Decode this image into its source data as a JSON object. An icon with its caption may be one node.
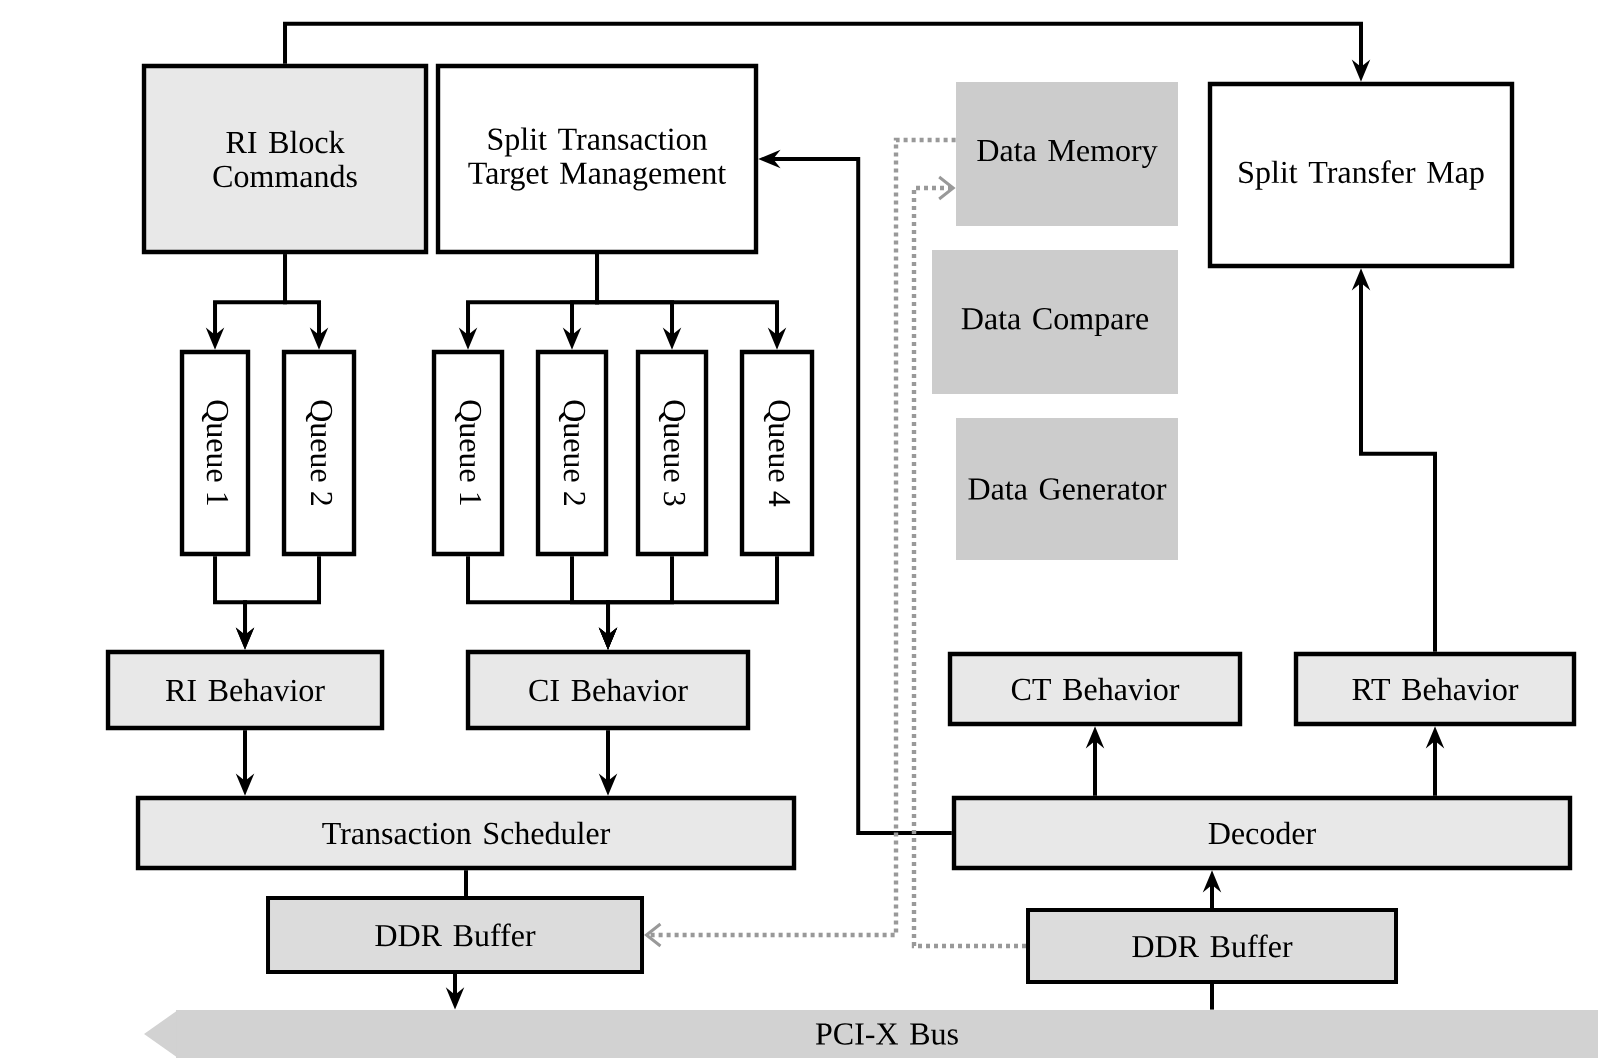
{
  "diagram": {
    "nodes": [
      {
        "text": [
          "RI Block Commands"
        ]
      },
      {
        "text": [
          "Split Transaction Target Management"
        ]
      },
      {
        "text": [
          "Data Memory"
        ]
      },
      {
        "text": [
          "Split Transfer Map"
        ]
      },
      {
        "text": [
          "Data Compare"
        ]
      },
      {
        "text": [
          "Data Generator"
        ]
      },
      {
        "text": [
          "Queue 1"
        ]
      },
      {
        "text": [
          "Queue 2"
        ]
      },
      {
        "text": [
          "Queue 1"
        ]
      },
      {
        "text": [
          "Queue 2"
        ]
      },
      {
        "text": [
          "Queue 3"
        ]
      },
      {
        "text": [
          "Queue 4"
        ]
      },
      {
        "text": [
          "RI Behavior"
        ]
      },
      {
        "text": [
          "CI Behavior"
        ]
      },
      {
        "text": [
          "CT Behavior"
        ]
      },
      {
        "text": [
          "RT Behavior"
        ]
      },
      {
        "text": [
          "Transaction Scheduler"
        ]
      },
      {
        "text": [
          "Decoder"
        ]
      },
      {
        "text": [
          "DDR Buffer"
        ]
      },
      {
        "text": [
          "DDR Buffer"
        ]
      },
      {
        "text": [
          "PCI-X Bus"
        ]
      }
    ],
    "edges": [
      {
        "from": 0,
        "to": 3,
        "arrow": "to"
      },
      {
        "from": 0,
        "to": 6,
        "arrow": "to"
      },
      {
        "from": 0,
        "to": 7,
        "arrow": "to"
      },
      {
        "from": 1,
        "to": 8,
        "arrow": "to"
      },
      {
        "from": 1,
        "to": 9,
        "arrow": "to"
      },
      {
        "from": 1,
        "to": 10,
        "arrow": "to"
      },
      {
        "from": 1,
        "to": 11,
        "arrow": "to"
      },
      {
        "from": 6,
        "to": 12,
        "arrow": "to"
      },
      {
        "from": 7,
        "to": 12,
        "arrow": "to"
      },
      {
        "from": 8,
        "to": 13,
        "arrow": "to"
      },
      {
        "from": 9,
        "to": 13,
        "arrow": "to"
      },
      {
        "from": 10,
        "to": 13,
        "arrow": "to"
      },
      {
        "from": 11,
        "to": 13,
        "arrow": "to"
      },
      {
        "from": 12,
        "to": 16,
        "arrow": "to"
      },
      {
        "from": 13,
        "to": 16,
        "arrow": "to"
      },
      {
        "from": 16,
        "to": 18,
        "arrow": "none"
      },
      {
        "from": 18,
        "to": 20,
        "arrow": "to"
      },
      {
        "from": 20,
        "to": 19,
        "arrow": "none"
      },
      {
        "from": 19,
        "to": 17,
        "arrow": "to"
      },
      {
        "from": 17,
        "to": 14,
        "arrow": "to"
      },
      {
        "from": 17,
        "to": 15,
        "arrow": "to"
      },
      {
        "from": 15,
        "to": 3,
        "arrow": "to"
      },
      {
        "from": 17,
        "to": 1,
        "arrow": "to"
      },
      {
        "from": 2,
        "to": 18,
        "arrow": "to",
        "style": "dashed",
        "color": "#999999"
      },
      {
        "from": 19,
        "to": 2,
        "arrow": "to",
        "style": "dashed",
        "color": "#999999"
      }
    ]
  }
}
